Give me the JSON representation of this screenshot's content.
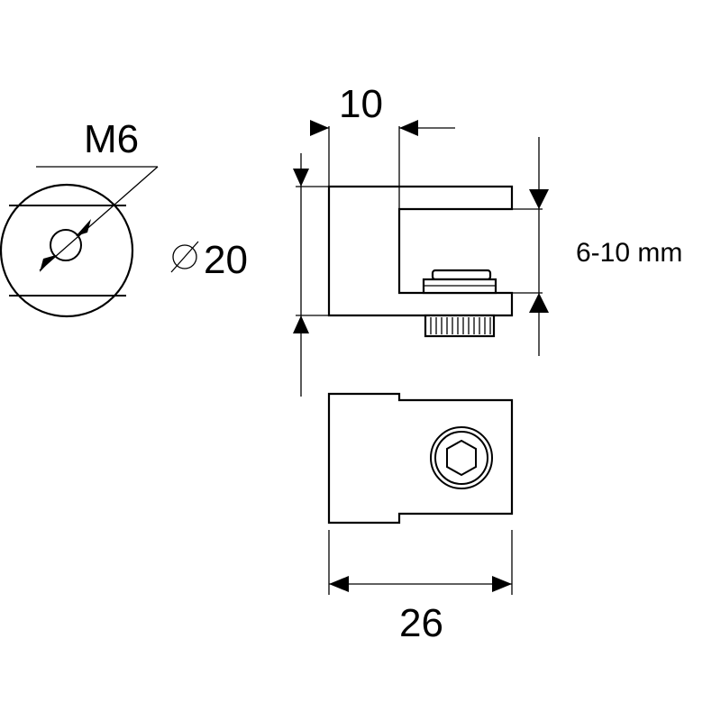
{
  "labels": {
    "thread": "M6",
    "diameter_symbol": "∅",
    "diameter": "20",
    "width_top": "10",
    "glass_range": "6-10 mm",
    "length": "26"
  }
}
